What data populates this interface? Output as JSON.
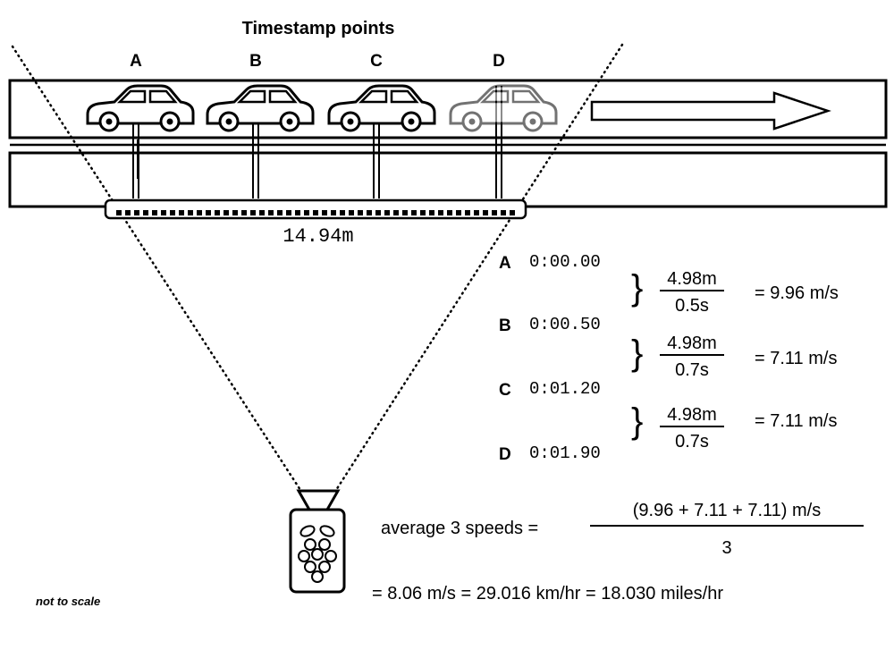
{
  "header": {
    "title": "Timestamp points"
  },
  "points": [
    "A",
    "B",
    "C",
    "D"
  ],
  "distance_label": "14.94m",
  "timestamps": [
    {
      "label": "A",
      "time": "0:00.00"
    },
    {
      "label": "B",
      "time": "0:00.50"
    },
    {
      "label": "C",
      "time": "0:01.20"
    },
    {
      "label": "D",
      "time": "0:01.90"
    }
  ],
  "segments": [
    {
      "distance": "4.98m",
      "time": "0.5s",
      "speed": "= 9.96 m/s"
    },
    {
      "distance": "4.98m",
      "time": "0.7s",
      "speed": "= 7.11 m/s"
    },
    {
      "distance": "4.98m",
      "time": "0.7s",
      "speed": "= 7.11 m/s"
    }
  ],
  "average": {
    "label": "average 3 speeds =",
    "numerator": "(9.96 + 7.11 + 7.11) m/s",
    "denominator": "3",
    "result": "= 8.06 m/s = 29.016 km/hr = 18.030 miles/hr"
  },
  "footnote": "not to scale",
  "icons": {
    "camera": "raspberry-pi-camera-icon",
    "direction": "arrow-right-icon",
    "car": "car-icon"
  },
  "colors": {
    "ink": "#000000",
    "background": "#ffffff"
  }
}
